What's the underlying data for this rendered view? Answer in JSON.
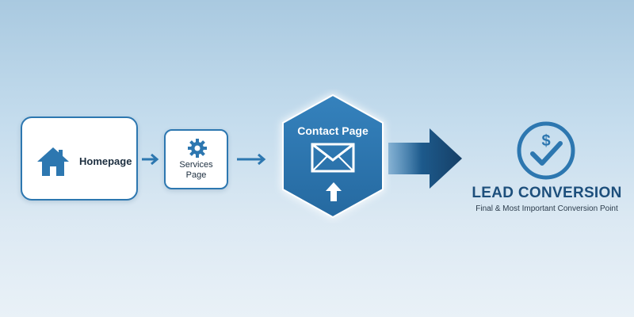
{
  "nodes": {
    "homepage": {
      "label": "Homepage",
      "icon": "house-icon"
    },
    "services": {
      "label_line1": "Services",
      "label_line2": "Page",
      "icon": "gear-icon"
    },
    "contact": {
      "label": "Contact Page",
      "icons": [
        "envelope-icon",
        "up-arrow-icon"
      ]
    },
    "conversion": {
      "title": "LEAD CONVERSION",
      "subtitle": "Final & Most Important Conversion Point",
      "icon": "dollar-check-icon"
    }
  },
  "colors": {
    "primary": "#2d77b0",
    "dark_blue": "#1d4f7c",
    "card_bg": "#ffffff",
    "background_top": "#a9c9e0",
    "background_bottom": "#e9f1f7"
  }
}
